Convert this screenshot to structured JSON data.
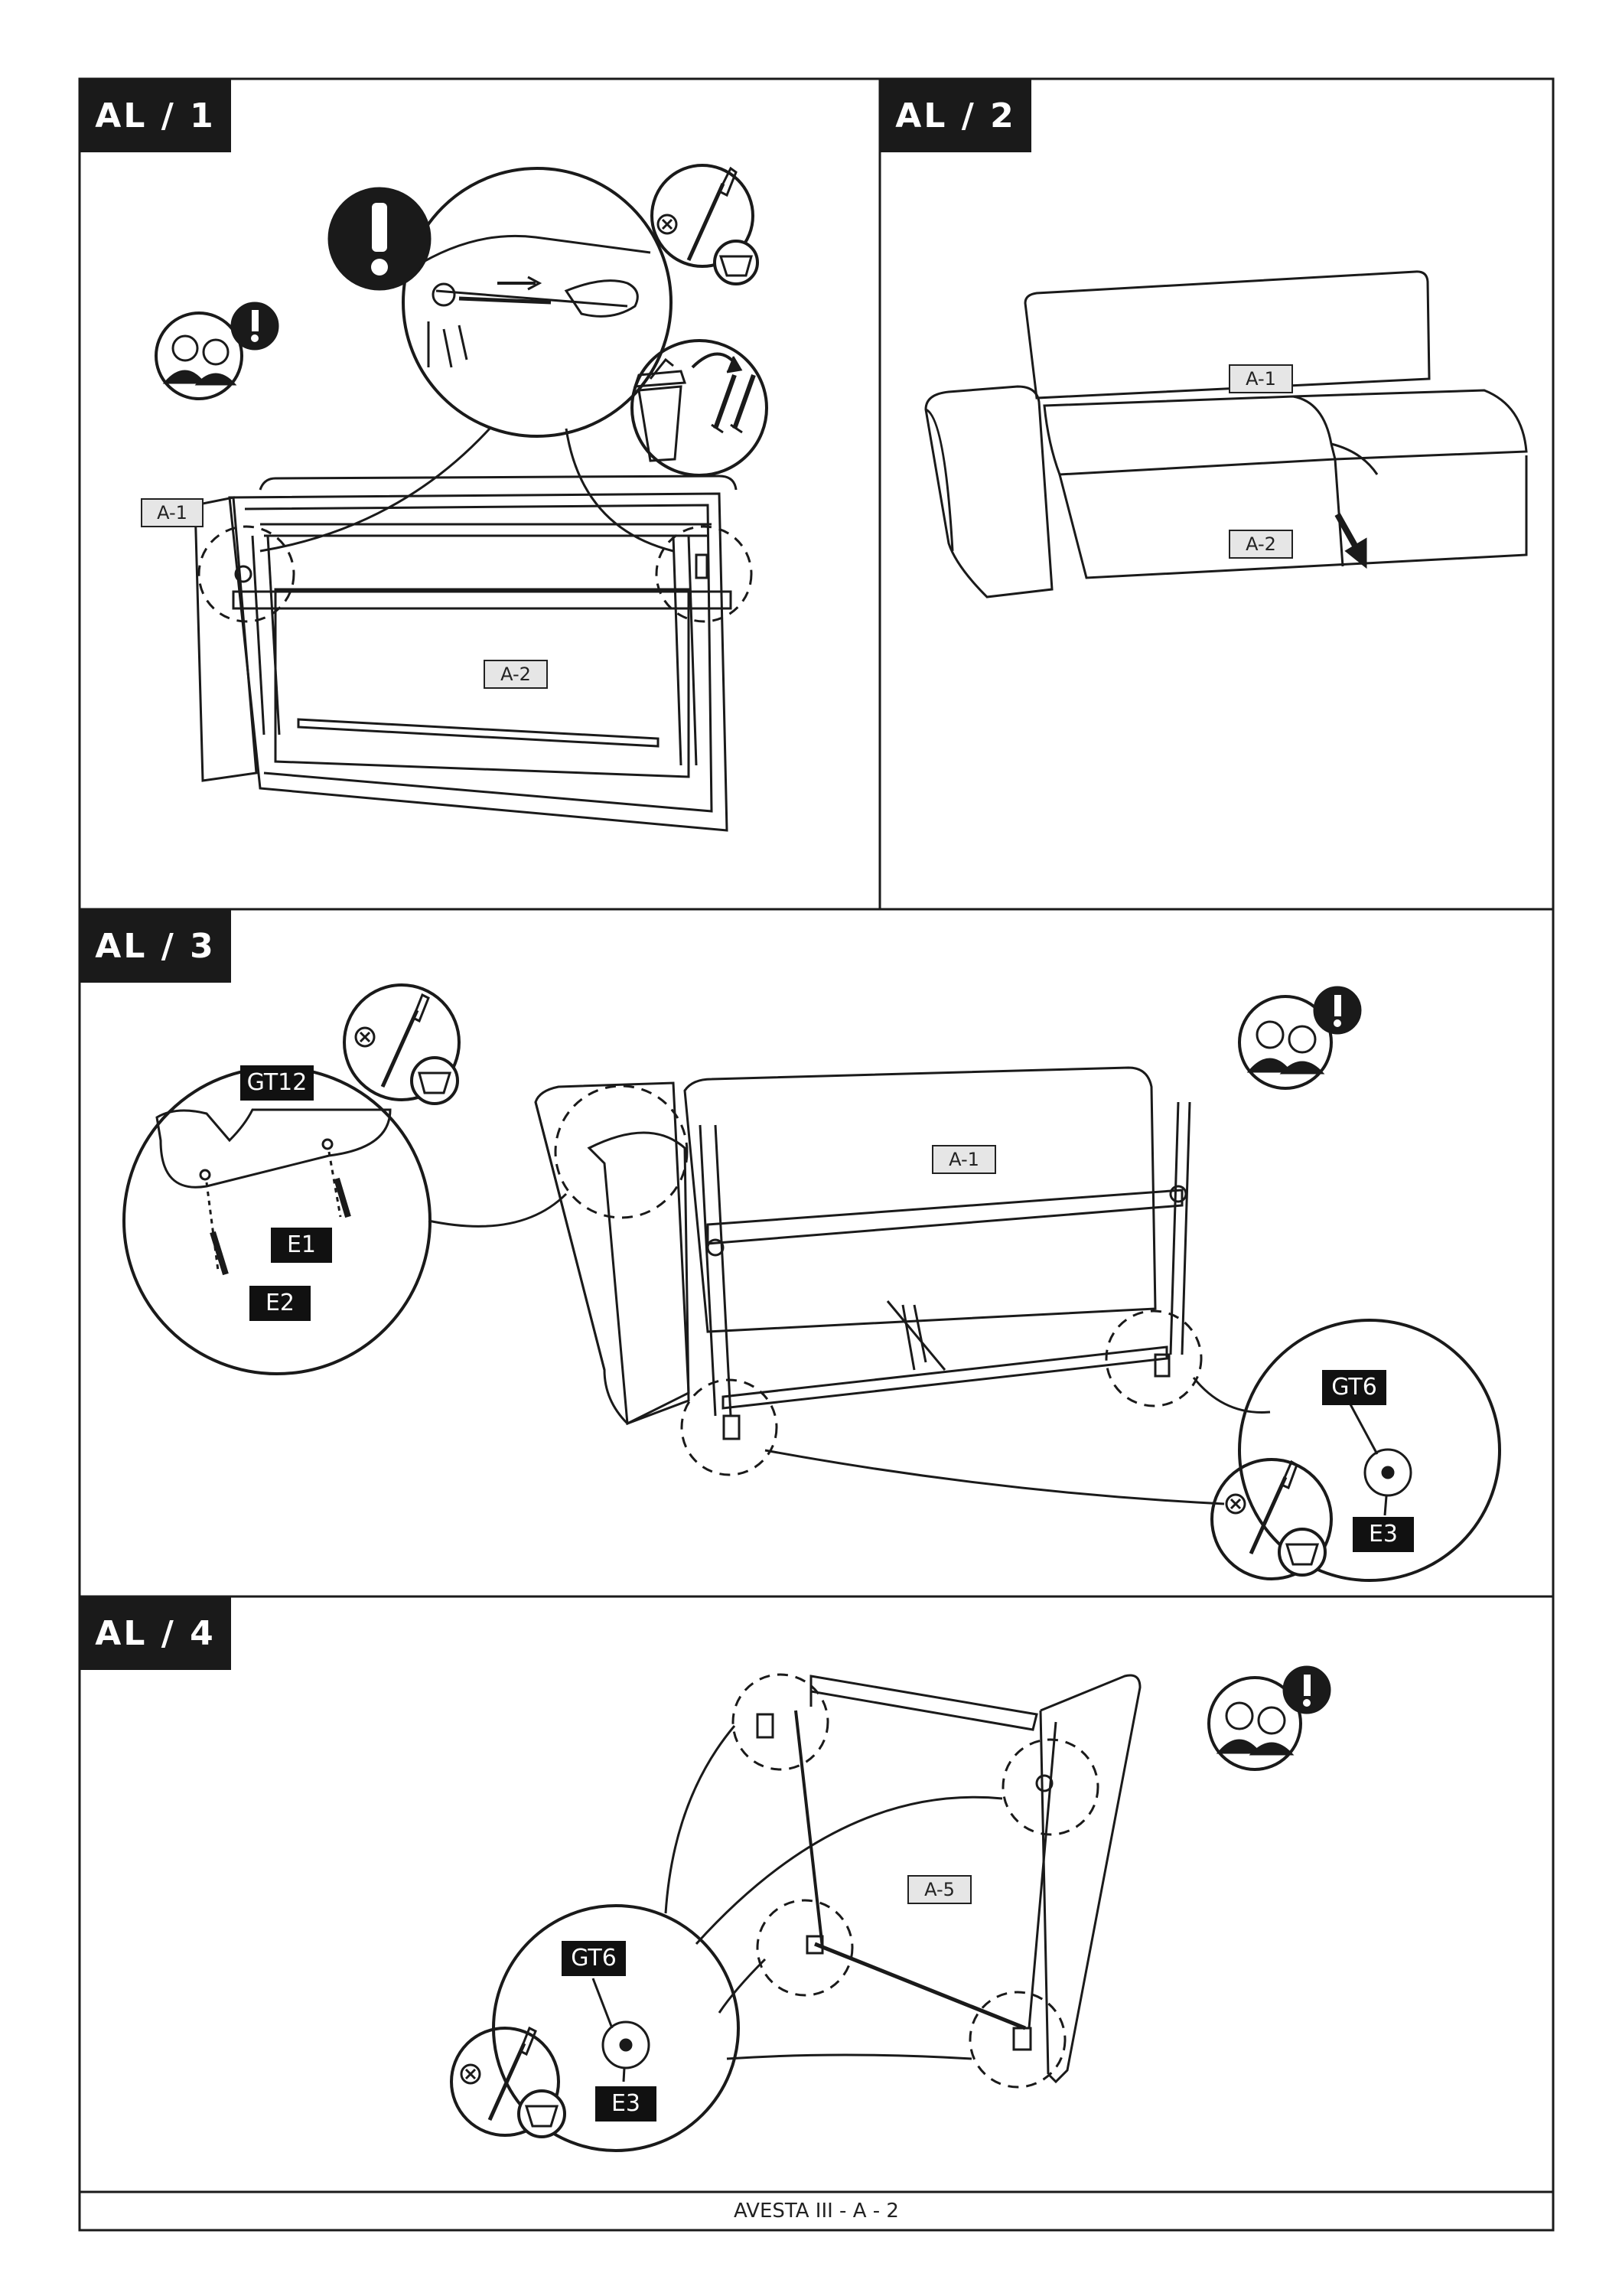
{
  "panels": [
    {
      "title": "AL / 1"
    },
    {
      "title": "AL / 2"
    },
    {
      "title": "AL / 3"
    },
    {
      "title": "AL / 4"
    }
  ],
  "labels": {
    "al1_a1": "A-1",
    "al1_a2": "A-2",
    "al2_a1": "A-1",
    "al2_a2": "A-2",
    "al3_a1": "A-1",
    "al3_gt12": "GT12",
    "al3_e1": "E1",
    "al3_e2": "E2",
    "al3_gt6": "GT6",
    "al3_e3": "E3",
    "al4_a5": "A-5",
    "al4_gt6": "GT6",
    "al4_e3": "E3"
  },
  "icons": [
    "warning-exclamation-icon",
    "two-people-icon",
    "screwdriver-icon",
    "trash-bin-icon",
    "screws-icon",
    "tools-box-icon"
  ],
  "footer": {
    "text": "AVESTA III - A - 2"
  }
}
